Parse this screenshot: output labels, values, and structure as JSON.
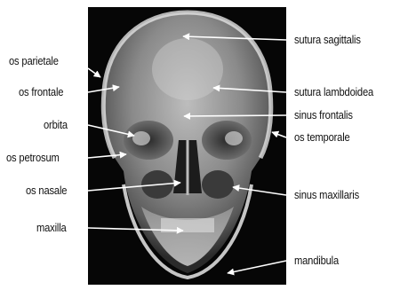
{
  "figure": {
    "labels_left": [
      {
        "id": "os-parietale",
        "text": "os parietale"
      },
      {
        "id": "os-frontale",
        "text": "os frontale"
      },
      {
        "id": "orbita",
        "text": "orbita"
      },
      {
        "id": "os-petrosum",
        "text": "os petrosum"
      },
      {
        "id": "os-nasale",
        "text": "os nasale"
      },
      {
        "id": "maxilla",
        "text": "maxilla"
      }
    ],
    "labels_right": [
      {
        "id": "sutura-sagittalis",
        "text": "sutura sagittalis"
      },
      {
        "id": "sutura-lambdoidea",
        "text": "sutura lambdoidea"
      },
      {
        "id": "sinus-frontalis",
        "text": "sinus frontalis"
      },
      {
        "id": "os-temporale",
        "text": "os temporale"
      },
      {
        "id": "sinus-maxillaris",
        "text": "sinus maxillaris"
      },
      {
        "id": "mandibula",
        "text": "mandibula"
      }
    ],
    "image_description_colors": {
      "background": "#050505",
      "bone": "#d8d8d8",
      "arrow": "#ffffff"
    }
  }
}
